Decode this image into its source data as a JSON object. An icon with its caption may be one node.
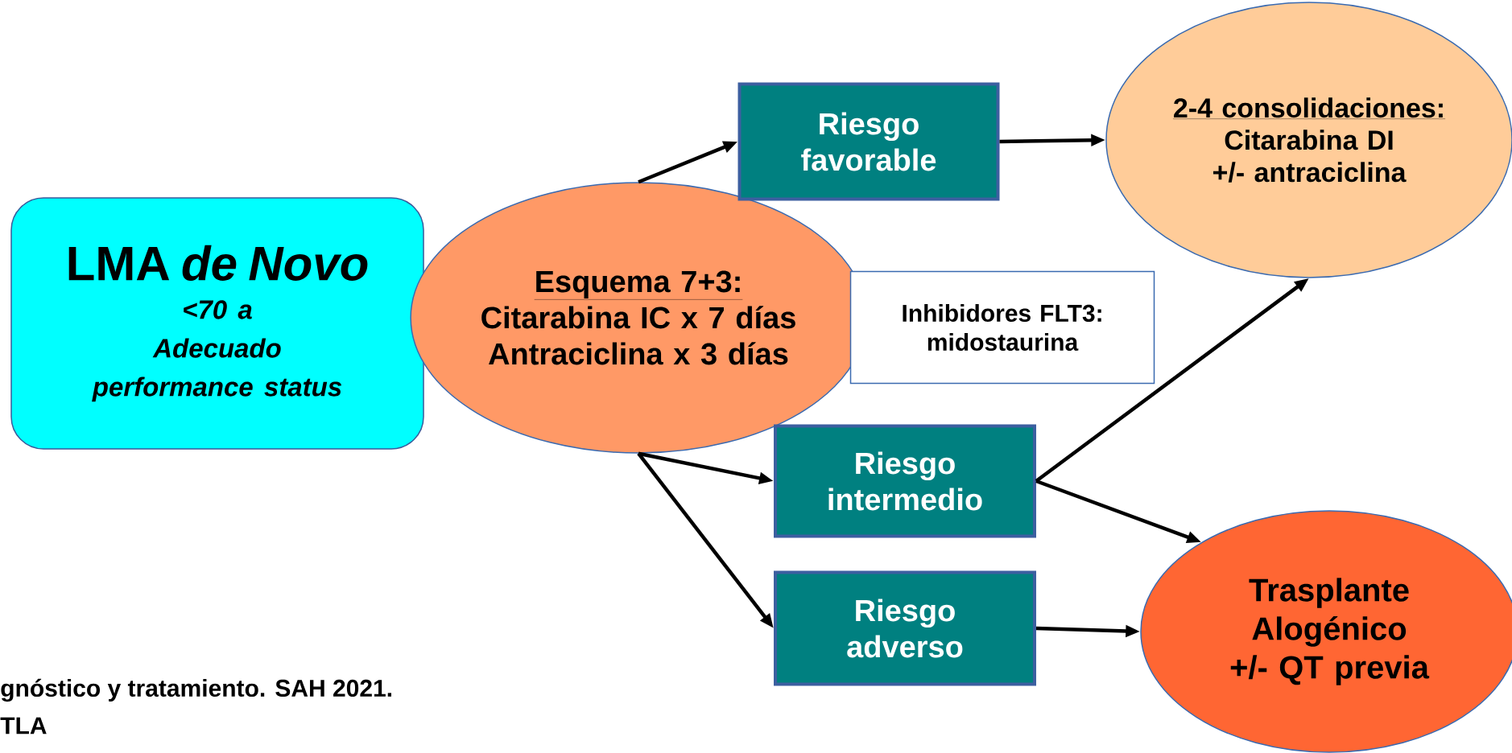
{
  "diagram": {
    "nodes": [
      {
        "text": [
          "LMA *de Novo*",
          "<70 a",
          "Adecuado performance status"
        ]
      },
      {
        "text": [
          "Esquema 7+3:",
          "Citarabina IC x 7 días Antraciclina x 3 días"
        ]
      },
      {
        "text": [
          "Riesgo favorable"
        ]
      },
      {
        "text": [
          "2-4 consolidaciones:",
          "Citarabina DI",
          "+/- antraciclina"
        ]
      },
      {
        "text": [
          "Inhibidores FLT3: midostaurina"
        ]
      },
      {
        "text": [
          "Riesgo intermedio"
        ]
      },
      {
        "text": [
          "Riesgo adverso"
        ]
      },
      {
        "text": [
          "Trasplante Alogénico",
          "+/- QT previa"
        ]
      }
    ],
    "edges": [
      {
        "from": 1,
        "to": 2,
        "arrow": "to"
      },
      {
        "from": 2,
        "to": 3,
        "arrow": "to"
      },
      {
        "from": 1,
        "to": 5,
        "arrow": "to"
      },
      {
        "from": 1,
        "to": 6,
        "arrow": "to"
      },
      {
        "from": 5,
        "to": 3,
        "arrow": "to"
      },
      {
        "from": 5,
        "to": 7,
        "arrow": "to"
      },
      {
        "from": 6,
        "to": 7,
        "arrow": "to"
      }
    ],
    "labels": [
      "gnóstico y tratamiento. SAH 2021.",
      "TLA"
    ]
  }
}
